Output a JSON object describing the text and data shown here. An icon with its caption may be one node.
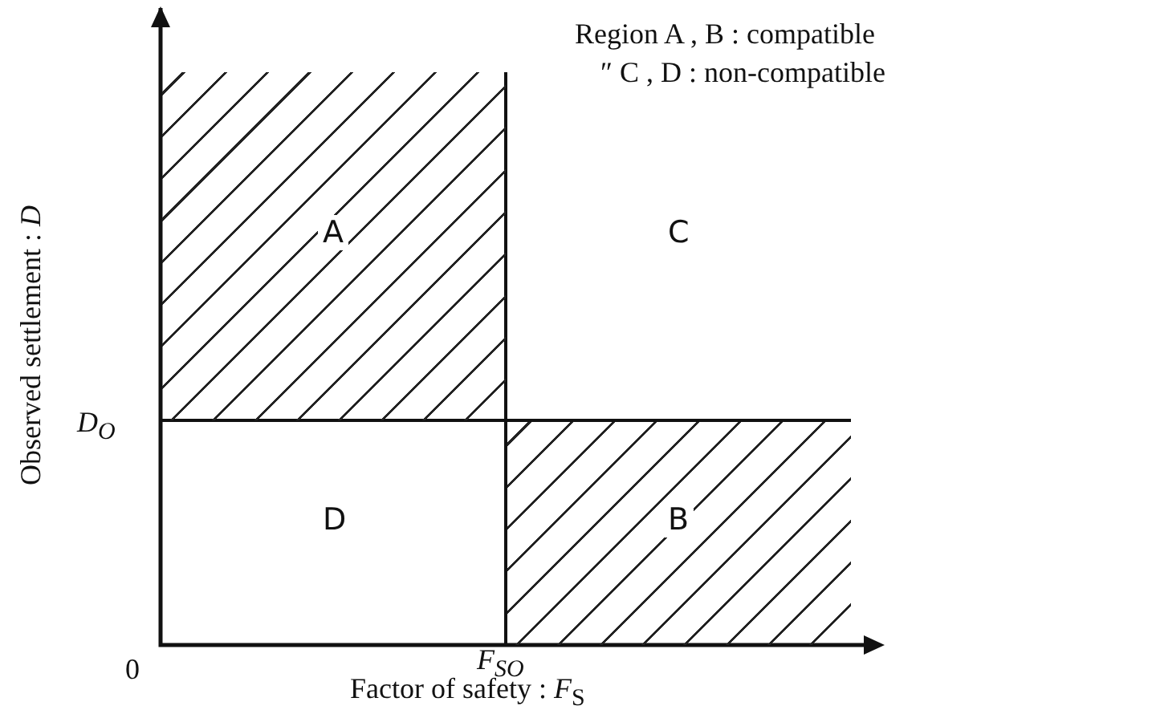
{
  "diagram": {
    "nodes": [
      {
        "text": [
          "A"
        ]
      },
      {
        "text": [
          "C"
        ]
      },
      {
        "text": [
          "D"
        ]
      },
      {
        "text": [
          "B"
        ]
      }
    ],
    "labels": [
      "Region A , B : compatible",
      "″ C , D : non-compatible",
      "Observed settlement : *D*",
      "D$_{O}$",
      "0",
      "F$_{SO}$",
      "Factor of safety : *F*$_{S}$"
    ]
  }
}
